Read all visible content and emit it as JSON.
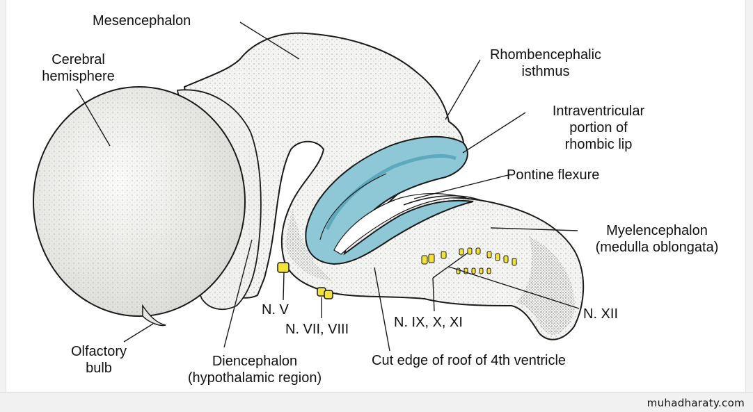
{
  "diagram": {
    "labels": {
      "mesencephalon": "Mesencephalon",
      "cerebral_hemisphere": [
        "Cerebral",
        "hemisphere"
      ],
      "rhombencephalic_isthmus": [
        "Rhombencephalic",
        "isthmus"
      ],
      "intraventricular_rhombic_lip": [
        "Intraventricular",
        "portion of",
        "rhombic lip"
      ],
      "pontine_flexure": "Pontine flexure",
      "myelencephalon": [
        "Myelencephalon",
        "(medulla oblongata)"
      ],
      "n_xii": "N. XII",
      "n_ix_x_xi": "N. IX, X, XI",
      "n_v": "N. V",
      "n_vii_viii": "N. VII, VIII",
      "olfactory_bulb": [
        "Olfactory",
        "bulb"
      ],
      "diencephalon": [
        "Diencephalon",
        "(hypothalamic region)"
      ],
      "cut_edge": "Cut edge of roof of 4th ventricle"
    },
    "colors": {
      "brain_fill": "#f4f4f2",
      "outline": "#1a1a1a",
      "ventricle_blue": "#8ec8d6",
      "ventricle_blue_dark": "#5fa9bd",
      "nerve_yellow": "#f2e23a"
    }
  },
  "footer": {
    "watermark": "muhadharaty.com"
  }
}
